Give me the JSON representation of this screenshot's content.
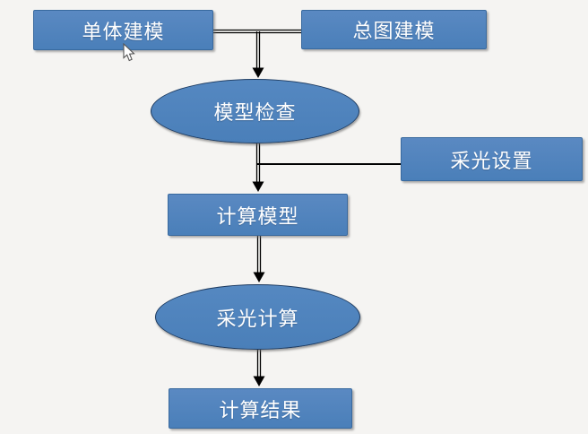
{
  "diagram": {
    "title": "daylighting-analysis-workflow-flowchart",
    "colors": {
      "background": "#f5f4f2",
      "node_fill": "#4f81bd",
      "rect_border": "#38699e",
      "ellipse_border": "#1d3a5f",
      "text": "#ffffff",
      "connector": "#000000"
    },
    "nodes": [
      {
        "id": "single-modeling",
        "shape": "rect",
        "label": "单体建模"
      },
      {
        "id": "site-plan-modeling",
        "shape": "rect",
        "label": "总图建模"
      },
      {
        "id": "model-check",
        "shape": "ellipse",
        "label": "模型检查"
      },
      {
        "id": "daylighting-settings",
        "shape": "rect",
        "label": "采光设置"
      },
      {
        "id": "calculation-model",
        "shape": "rect",
        "label": "计算模型"
      },
      {
        "id": "daylighting-calculation",
        "shape": "ellipse",
        "label": "采光计算"
      },
      {
        "id": "calculation-result",
        "shape": "rect",
        "label": "计算结果"
      }
    ],
    "edges": [
      {
        "from": "single-modeling",
        "to": "model-check",
        "arrow": true
      },
      {
        "from": "site-plan-modeling",
        "to": "model-check",
        "arrow": true
      },
      {
        "from": "model-check",
        "to": "calculation-model",
        "arrow": true
      },
      {
        "from": "daylighting-settings",
        "to": "calculation-model",
        "arrow": false
      },
      {
        "from": "calculation-model",
        "to": "daylighting-calculation",
        "arrow": true
      },
      {
        "from": "daylighting-calculation",
        "to": "calculation-result",
        "arrow": true
      }
    ]
  }
}
